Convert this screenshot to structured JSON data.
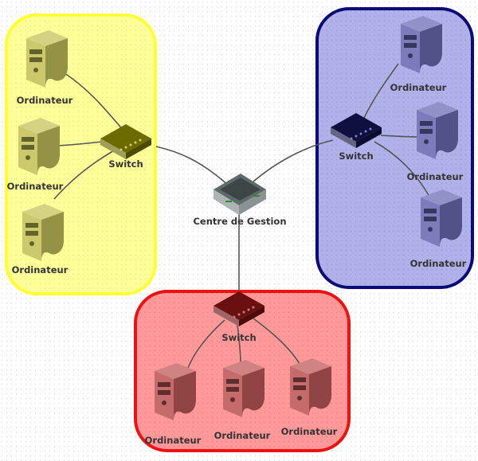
{
  "center": {
    "label": "Centre de Gestion"
  },
  "groups": [
    {
      "id": "yellow",
      "color": "#ffff33",
      "fill": "rgba(255,255,0,0.4)",
      "switch_color": "#6b6b00",
      "computer_color": "#c5c35a",
      "switch_label": "Switch",
      "computers": [
        {
          "label": "Ordinateur"
        },
        {
          "label": "Ordinateur"
        },
        {
          "label": "Ordinateur"
        }
      ]
    },
    {
      "id": "blue",
      "color": "#0a0a78",
      "fill": "rgba(60,60,200,0.4)",
      "switch_color": "#101040",
      "computer_color": "#6d6db5",
      "switch_label": "Switch",
      "computers": [
        {
          "label": "Ordinateur"
        },
        {
          "label": "Ordinateur"
        },
        {
          "label": "Ordinateur"
        }
      ]
    },
    {
      "id": "red",
      "color": "#ee1111",
      "fill": "rgba(255,0,0,0.4)",
      "switch_color": "#6b1010",
      "computer_color": "#c05a5a",
      "switch_label": "Switch",
      "computers": [
        {
          "label": "Ordinateur"
        },
        {
          "label": "Ordinateur"
        },
        {
          "label": "Ordinateur"
        }
      ]
    }
  ]
}
